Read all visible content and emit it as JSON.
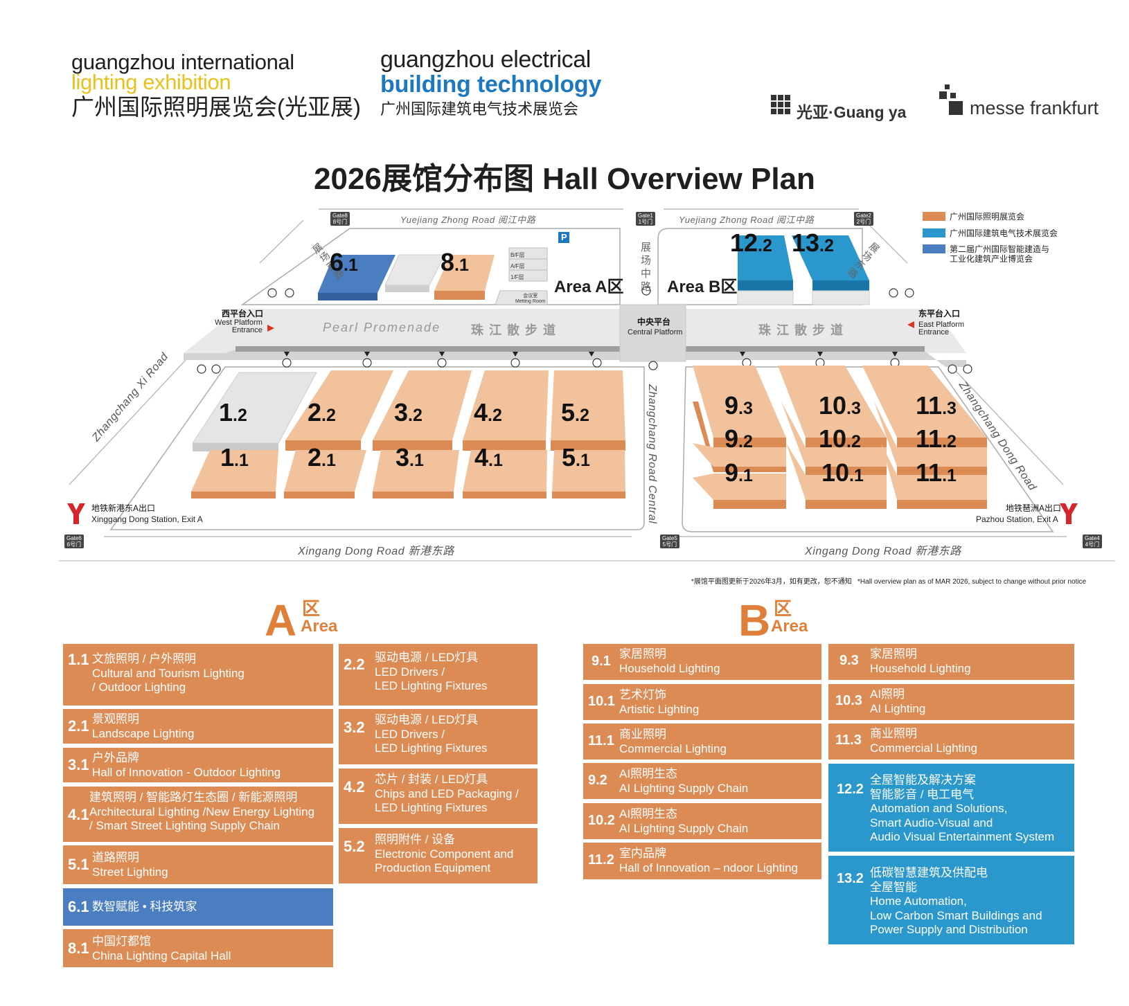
{
  "header": {
    "lighting_line1": "guangzhou international",
    "lighting_line2": "lighting exhibition",
    "lighting_cn": "广州国际照明展览会(光亚展)",
    "building_line1": "guangzhou electrical",
    "building_line2": "building technology",
    "building_cn": "广州国际建筑电气技术展览会",
    "logo_guangya": "光亚·Guang ya",
    "logo_messe": "messe frankfurt"
  },
  "title": "2026展馆分布图 Hall Overview Plan",
  "map": {
    "roads": {
      "top_left": "Yuejiang Zhong Road   阅江中路",
      "top_right": "Yuejiang Zhong Road   阅江中路",
      "bottom_left": "Xingang Dong Road   新港东路",
      "bottom_right": "Xingang Dong Road   新港东路",
      "west": "Zhangchang Xi Road",
      "east": "Zhangchang Dong Road",
      "central": "Zhangchang Road Central",
      "west_cn": "展场西路",
      "east_cn": "展场东路",
      "central_cn": "展场中路"
    },
    "gates": {
      "g8": "Gate8\n8号门",
      "g1": "Gate1\n1号门",
      "g2": "Gate2\n2号门",
      "g6": "Gate6\n6号门",
      "g5": "Gate5\n5号门",
      "g4": "Gate4\n4号门"
    },
    "promenade_en": "Pearl Promenade",
    "promenade_cn": "珠江散步道",
    "promenade_cn2": "珠江散步道",
    "central_platform_cn": "中央平台",
    "central_platform_en": "Central Platform",
    "west_entrance_cn": "西平台入口",
    "west_entrance_en": "West Platform\nEntrance",
    "east_entrance_cn": "东平台入口",
    "east_entrance_en": "East Platform\nEntrance",
    "area_a": "Area A区",
    "area_b": "Area B区",
    "floors": [
      "B/F层",
      "A/F层",
      "1/F层"
    ],
    "meeting_cn": "会议室",
    "meeting_en": "Metting Room",
    "parking": "P",
    "metro_left_cn": "地铁新港东A出口",
    "metro_left_en": "Xinggang Dong Station, Exit A",
    "metro_right_cn": "地铁琶洲A出口",
    "metro_right_en": "Pazhou Station, Exit A",
    "halls": [
      {
        "main": "6",
        "sub": ".1",
        "color": "#4a7ec0"
      },
      {
        "main": "8",
        "sub": ".1",
        "color": "#dd8b55"
      },
      {
        "main": "12",
        "sub": ".2",
        "color": "#2a97cd"
      },
      {
        "main": "13",
        "sub": ".2",
        "color": "#2a97cd"
      },
      {
        "main": "1",
        "sub": ".2",
        "color": "#dddddd"
      },
      {
        "main": "2",
        "sub": ".2",
        "color": "#f2c29c"
      },
      {
        "main": "3",
        "sub": ".2",
        "color": "#f2c29c"
      },
      {
        "main": "4",
        "sub": ".2",
        "color": "#f2c29c"
      },
      {
        "main": "5",
        "sub": ".2",
        "color": "#f2c29c"
      },
      {
        "main": "1",
        "sub": ".1",
        "color": "#f2c29c"
      },
      {
        "main": "2",
        "sub": ".1",
        "color": "#f2c29c"
      },
      {
        "main": "3",
        "sub": ".1",
        "color": "#f2c29c"
      },
      {
        "main": "4",
        "sub": ".1",
        "color": "#f2c29c"
      },
      {
        "main": "5",
        "sub": ".1",
        "color": "#f2c29c"
      },
      {
        "main": "9",
        "sub": ".3",
        "color": "#f2c29c"
      },
      {
        "main": "9",
        "sub": ".2",
        "color": "#f2c29c"
      },
      {
        "main": "9",
        "sub": ".1",
        "color": "#f2c29c"
      },
      {
        "main": "10",
        "sub": ".3",
        "color": "#f2c29c"
      },
      {
        "main": "10",
        "sub": ".2",
        "color": "#f2c29c"
      },
      {
        "main": "10",
        "sub": ".1",
        "color": "#f2c29c"
      },
      {
        "main": "11",
        "sub": ".3",
        "color": "#f2c29c"
      },
      {
        "main": "11",
        "sub": ".2",
        "color": "#f2c29c"
      },
      {
        "main": "11",
        "sub": ".1",
        "color": "#f2c29c"
      }
    ]
  },
  "legend": [
    {
      "color": "#dd8b55",
      "label": "广州国际照明展览会"
    },
    {
      "color": "#2a97cd",
      "label": "广州国际建筑电气技术展览会"
    },
    {
      "color": "#4a7ec0",
      "label": "第二届广州国际智能建造与\n工业化建筑产业博览会"
    }
  ],
  "note": "*展馆平面图更新于2026年3月，如有更改，恕不通知   *Hall overview plan as of MAR 2026, subject to change without prior notice",
  "area_a": {
    "letter": "A",
    "cn": "区",
    "en": "Area"
  },
  "area_b": {
    "letter": "B",
    "cn": "区",
    "en": "Area"
  },
  "boxes_a_left": [
    {
      "num": "1.1",
      "text": "文旅照明 / 户外照明\nCultural and Tourism Lighting\n/ Outdoor Lighting"
    },
    {
      "num": "2.1",
      "text": "景观照明\nLandscape Lighting"
    },
    {
      "num": "3.1",
      "text": "户外品牌\nHall of Innovation - Outdoor Lighting"
    },
    {
      "num": "4.1",
      "text": "建筑照明 / 智能路灯生态圈 / 新能源照明\nArchitectural Lighting /New Energy Lighting\n/ Smart Street Lighting Supply Chain"
    },
    {
      "num": "5.1",
      "text": "道路照明\nStreet Lighting"
    },
    {
      "num": "6.1",
      "text": "数智赋能 • 科技筑家"
    },
    {
      "num": "8.1",
      "text": "中国灯都馆\nChina Lighting Capital Hall"
    }
  ],
  "boxes_a_right": [
    {
      "num": "2.2",
      "text": "驱动电源 / LED灯具\nLED Drivers /\nLED Lighting Fixtures"
    },
    {
      "num": "3.2",
      "text": "驱动电源 / LED灯具\nLED Drivers /\nLED Lighting Fixtures"
    },
    {
      "num": "4.2",
      "text": "芯片 / 封装 / LED灯具\nChips and LED Packaging /\nLED Lighting Fixtures"
    },
    {
      "num": "5.2",
      "text": "照明附件 / 设备\nElectronic Component and\nProduction Equipment"
    }
  ],
  "boxes_b_left": [
    {
      "num": "9.1",
      "text": "家居照明\nHousehold Lighting"
    },
    {
      "num": "10.1",
      "text": "艺术灯饰\nArtistic Lighting"
    },
    {
      "num": "11.1",
      "text": "商业照明\nCommercial Lighting"
    },
    {
      "num": "9.2",
      "text": "AI照明生态\nAI Lighting Supply Chain"
    },
    {
      "num": "10.2",
      "text": "AI照明生态\nAI Lighting Supply Chain"
    },
    {
      "num": "11.2",
      "text": "室内品牌\nHall of Innovation – ndoor Lighting"
    }
  ],
  "boxes_b_right": [
    {
      "num": "9.3",
      "text": "家居照明\nHousehold Lighting"
    },
    {
      "num": "10.3",
      "text": "AI照明\nAI Lighting"
    },
    {
      "num": "11.3",
      "text": "商业照明\nCommercial Lighting"
    },
    {
      "num": "12.2",
      "text": "全屋智能及解决方案\n智能影音 / 电工电气\nAutomation and Solutions,\nSmart Audio-Visual and\nAudio Visual Entertainment System"
    },
    {
      "num": "13.2",
      "text": "低碳智慧建筑及供配电\n全屋智能\nHome Automation,\nLow Carbon Smart Buildings and\nPower Supply and Distribution"
    }
  ]
}
